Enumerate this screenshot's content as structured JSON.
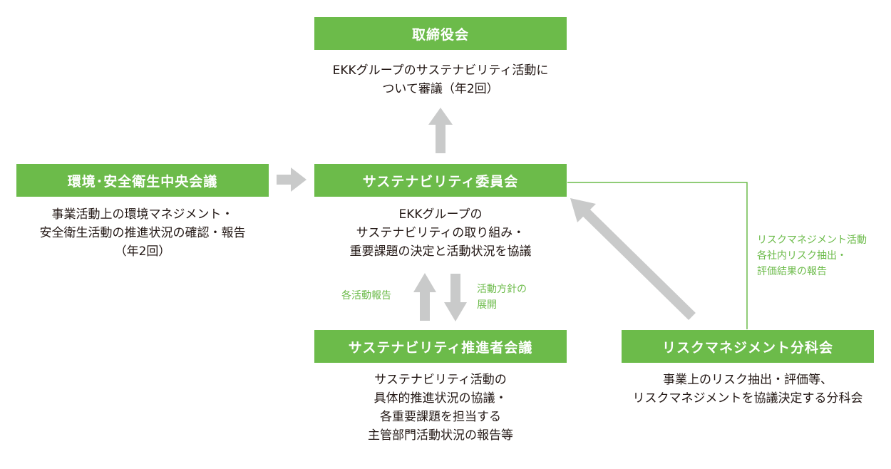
{
  "nodes": {
    "board": {
      "title": "取締役会",
      "desc": [
        "EKKグループのサステナビリティ活動に",
        "ついて審議（年2回）"
      ]
    },
    "env_council": {
      "title": "環境･安全衛生中央会議",
      "desc": [
        "事業活動上の環境マネジメント・",
        "安全衛生活動の推進状況の確認・報告",
        "（年2回）"
      ]
    },
    "sustainability_committee": {
      "title": "サステナビリティ委員会",
      "desc": [
        "EKKグループの",
        "サステナビリティの取り組み・",
        "重要課題の決定と活動状況を協議"
      ]
    },
    "promoter_council": {
      "title": "サステナビリティ推進者会議",
      "desc": [
        "サステナビリティ活動の",
        "具体的推進状況の協議・",
        "各重要課題を担当する",
        "主管部門活動状況の報告等"
      ]
    },
    "risk_subcommittee": {
      "title": "リスクマネジメント分科会",
      "desc": [
        "事業上のリスク抽出・評価等、",
        "リスクマネジメントを協議決定する分科会"
      ]
    }
  },
  "edge_labels": {
    "report_up": "各活動報告",
    "policy_down": [
      "活動方針の",
      "展開"
    ],
    "risk_report": [
      "リスクマネジメント活動",
      "各社内リスク抽出・",
      "評価結果の報告"
    ]
  },
  "colors": {
    "green": "#6cbb4a",
    "arrow_gray": "#c9caca",
    "text": "#231815"
  }
}
